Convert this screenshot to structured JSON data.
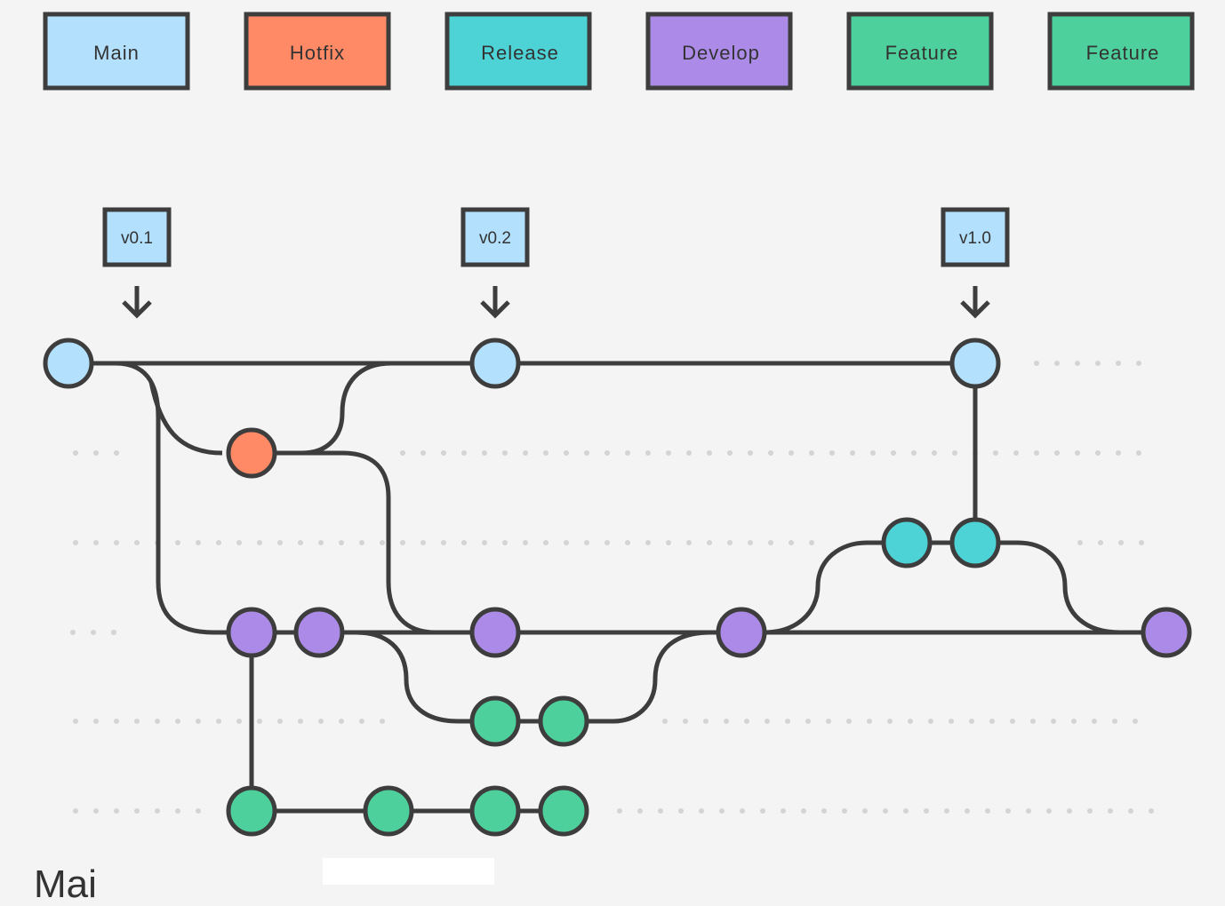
{
  "colors": {
    "main": "#b3e0fc",
    "hotfix": "#ff8a65",
    "release": "#4dd2d6",
    "develop": "#ac8be8",
    "feature": "#4dd09b",
    "line": "#3d3d3d",
    "dots": "#d4d4d4"
  },
  "legend": [
    {
      "label": "Main",
      "branch": "main"
    },
    {
      "label": "Hotfix",
      "branch": "hotfix"
    },
    {
      "label": "Release",
      "branch": "release"
    },
    {
      "label": "Develop",
      "branch": "develop"
    },
    {
      "label": "Feature",
      "branch": "feature"
    },
    {
      "label": "Feature",
      "branch": "feature"
    }
  ],
  "tags": [
    {
      "label": "v0.1"
    },
    {
      "label": "v0.2"
    },
    {
      "label": "v1.0"
    }
  ],
  "cut_text": "Mai"
}
